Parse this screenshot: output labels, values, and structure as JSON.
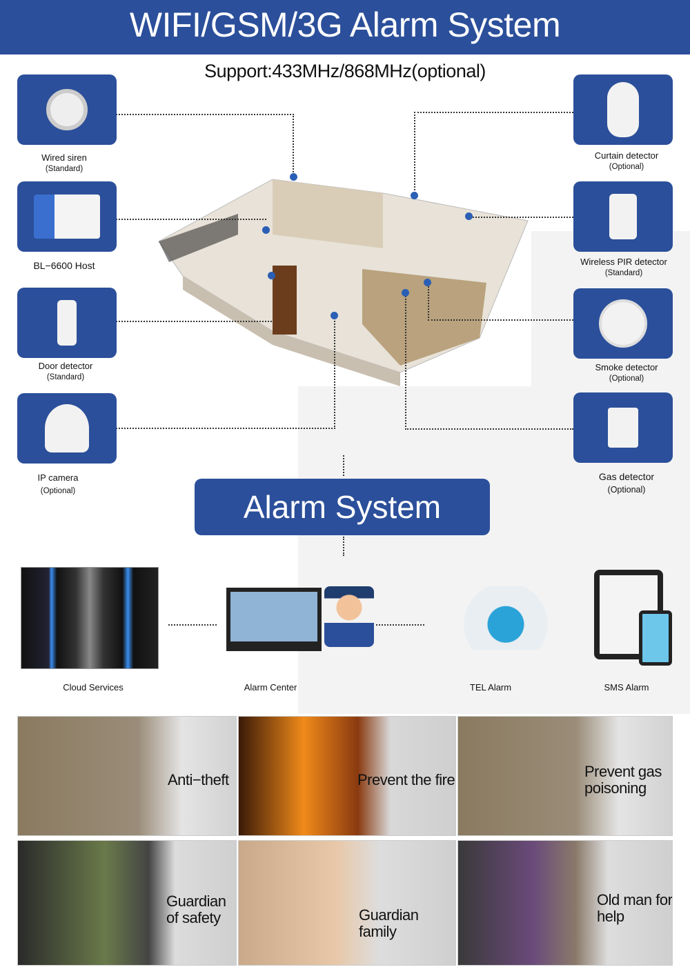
{
  "header": {
    "title": "WIFI/GSM/3G Alarm System",
    "support": "Support:433MHz/868MHz(optional)"
  },
  "left_devices": [
    {
      "name": "Wired siren",
      "tag": "(Standard)"
    },
    {
      "name": "BL−6600 Host",
      "tag": ""
    },
    {
      "name": "Door detector",
      "tag": "(Standard)"
    },
    {
      "name": "IP camera",
      "tag": "(Optional)"
    }
  ],
  "right_devices": [
    {
      "name": "Curtain detector",
      "tag": "(Optional)"
    },
    {
      "name": "Wireless PIR detector",
      "tag": "(Standard)"
    },
    {
      "name": "Smoke detector",
      "tag": "(Optional)"
    },
    {
      "name": "Gas detector",
      "tag": "(Optional)"
    }
  ],
  "alarm_system": "Alarm System",
  "services": [
    "Cloud Services",
    "Alarm Center",
    "TEL Alarm",
    "SMS Alarm"
  ],
  "scenarios": [
    "Anti−theft",
    "Prevent the fire",
    "Prevent gas poisoning",
    "Guardian of safety",
    "Guardian family",
    "Old man for help"
  ],
  "colors": {
    "brand": "#2b4f9a",
    "dot": "#2b5fb5"
  }
}
